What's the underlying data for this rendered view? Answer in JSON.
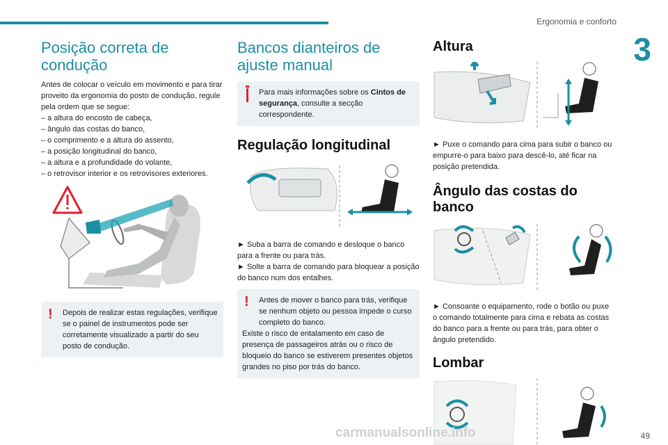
{
  "header": {
    "section_title": "Ergonomia e conforto",
    "chapter_number": "3"
  },
  "col1": {
    "title": "Posição correta de condução",
    "intro": "Antes de colocar o veículo em movimento e para tirar proveito da ergonomia do posto de condução, regule pela ordem que se segue:",
    "list": [
      "– a altura do encosto de cabeça,",
      "– ângulo das costas do banco,",
      "– o comprimento e a altura do assento,",
      "– a posição longitudinal do banco,",
      "– a altura e a profundidade do volante,",
      "– o retrovisor interior e os retrovisores exteriores."
    ],
    "warning": "Depois de realizar estas regulações, verifique se o painel de instrumentos pode ser corretamente visualizado a partir do seu posto de condução."
  },
  "col2": {
    "title": "Bancos dianteiros de ajuste manual",
    "info_pre": "Para mais informações sobre os ",
    "info_bold": "Cintos de segurança",
    "info_post": ", consulte a secção correspondente.",
    "subtitle": "Regulação longitudinal",
    "step1": "► Suba a barra de comando e desloque o banco para a frente ou para trás.",
    "step2": "► Solte a barra de comando para bloquear a posição do banco num dos entalhes.",
    "warning_line1": "Antes de mover o banco para trás, verifique se nenhum objeto ou pessoa impede o curso completo do banco.",
    "warning_line2": "Existe o risco de entalamento em caso de presença de passageiros atrás ou o risco de bloqueio do banco se estiverem presentes objetos grandes no piso por trás do banco."
  },
  "col3": {
    "altura_title": "Altura",
    "altura_text": "► Puxe o comando para cima para subir o banco ou empurre-o para baixo para descê-lo, até ficar na posição pretendida.",
    "angulo_title": "Ângulo das costas do banco",
    "angulo_text": "► Consoante o equipamento, rode o botão ou puxe o comando totalmente para cima e rebata as costas do banco para a frente ou para trás, para obter o ângulo pretendido.",
    "lombar_title": "Lombar"
  },
  "footer": {
    "page_number": "49",
    "watermark": "carmanualsonline.info"
  },
  "colors": {
    "accent": "#1b8fa3",
    "warning": "#e31e2e",
    "box_bg": "#ecf1f3"
  },
  "icons": [
    "warning-triangle-icon",
    "warning-exclamation-icon",
    "info-icon"
  ]
}
